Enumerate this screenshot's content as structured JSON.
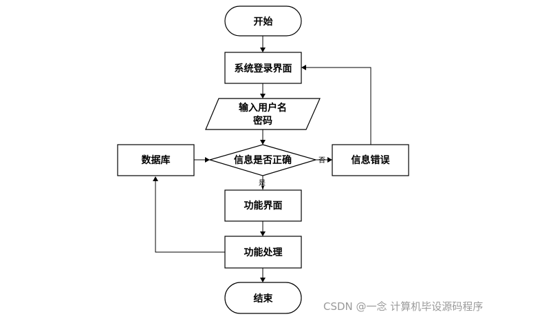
{
  "nodes": {
    "start": "开始",
    "login": "系统登录界面",
    "input_line1": "输入用户名",
    "input_line2": "密码",
    "check": "信息是否正确",
    "database": "数据库",
    "error": "信息错误",
    "function_ui": "功能界面",
    "function_proc": "功能处理",
    "end": "结束"
  },
  "edge_labels": {
    "no": "否",
    "yes": "是"
  },
  "watermark": "CSDN @一念 计算机毕设源码程序"
}
